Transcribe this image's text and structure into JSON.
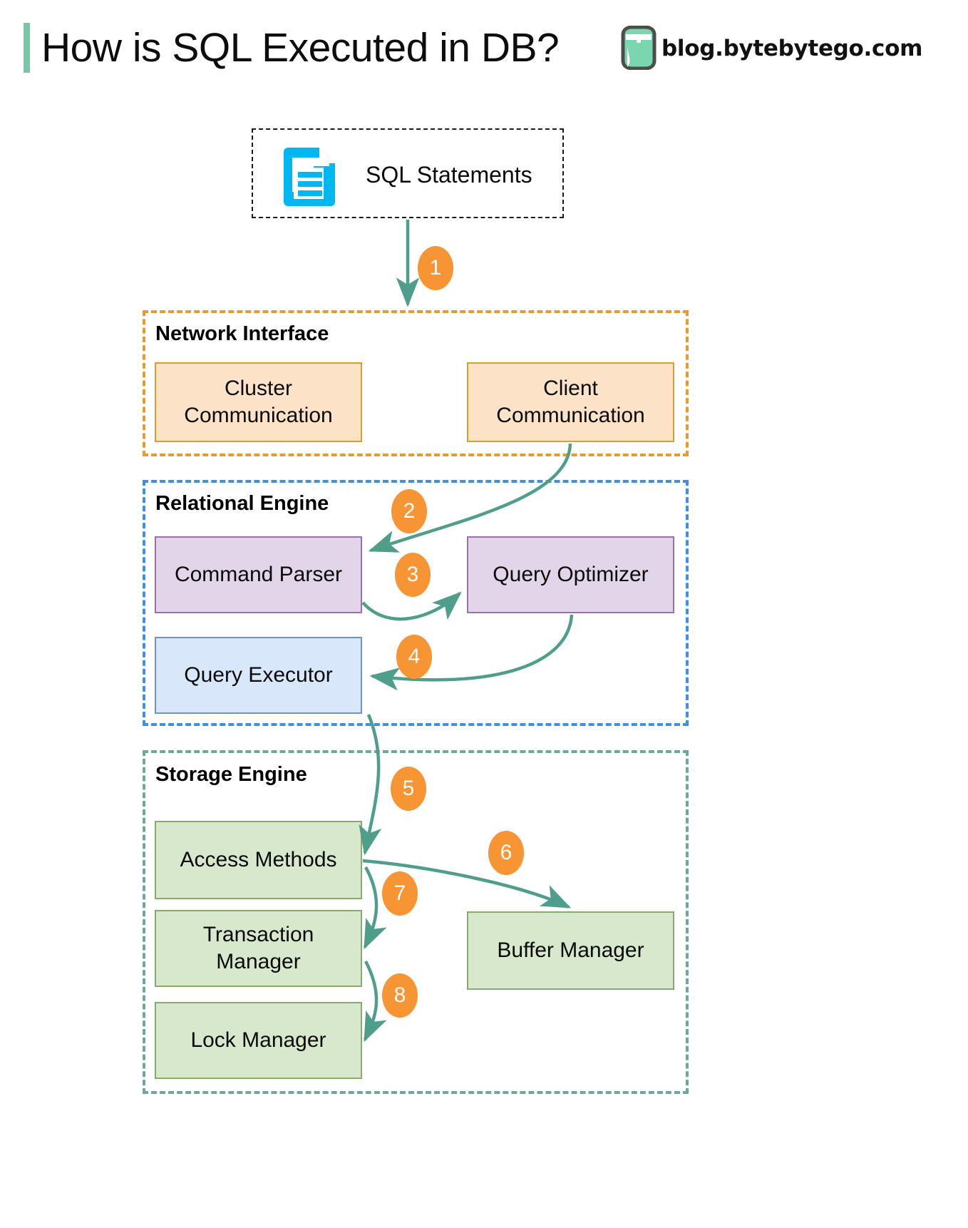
{
  "header": {
    "title": "How is SQL Executed in DB?",
    "brand_text": "blog.bytebytego.com",
    "accent_color": "#76c7a5",
    "logo_icon": "bytebytego-logo-icon"
  },
  "diagram": {
    "type": "flowchart",
    "source": {
      "label": "SQL Statements",
      "icon": "document-lines-icon",
      "icon_color": "#00b7ef",
      "border_style": "dashed"
    },
    "groups": [
      {
        "id": "network-interface",
        "label": "Network Interface",
        "border_color": "#e89a2c",
        "border_style": "dashed",
        "nodes": [
          {
            "id": "cluster-communication",
            "label": "Cluster\nCommunication",
            "line1": "Cluster",
            "line2": "Communication",
            "fill": "#fce3c8",
            "stroke": "#d6a02a"
          },
          {
            "id": "client-communication",
            "label": "Client\nCommunication",
            "line1": "Client",
            "line2": "Communication",
            "fill": "#fce3c8",
            "stroke": "#d6a02a"
          }
        ]
      },
      {
        "id": "relational-engine",
        "label": "Relational Engine",
        "border_color": "#3d91e0",
        "border_style": "dashed",
        "nodes": [
          {
            "id": "command-parser",
            "label": "Command Parser",
            "fill": "#e2d5e9",
            "stroke": "#9b6fae"
          },
          {
            "id": "query-optimizer",
            "label": "Query Optimizer",
            "fill": "#e2d5e9",
            "stroke": "#9b6fae"
          },
          {
            "id": "query-executor",
            "label": "Query Executor",
            "fill": "#d9e7fa",
            "stroke": "#7094c9"
          }
        ]
      },
      {
        "id": "storage-engine",
        "label": "Storage Engine",
        "border_color": "#6fa798",
        "border_style": "dashed",
        "nodes": [
          {
            "id": "access-methods",
            "label": "Access Methods",
            "fill": "#d7e8cd",
            "stroke": "#86ab6a"
          },
          {
            "id": "transaction-manager",
            "label": "Transaction\nManager",
            "line1": "Transaction",
            "line2": "Manager",
            "fill": "#d7e8cd",
            "stroke": "#86ab6a"
          },
          {
            "id": "buffer-manager",
            "label": "Buffer Manager",
            "fill": "#d7e8cd",
            "stroke": "#86ab6a"
          },
          {
            "id": "lock-manager",
            "label": "Lock Manager",
            "fill": "#d7e8cd",
            "stroke": "#86ab6a"
          }
        ]
      }
    ],
    "arrow_color": "#4f9e8c",
    "badge_color": "#f79433",
    "badge_text_color": "#ffffff",
    "steps": [
      {
        "number": "1",
        "from": "sql-statements",
        "to": "network-interface"
      },
      {
        "number": "2",
        "from": "client-communication",
        "to": "command-parser"
      },
      {
        "number": "3",
        "from": "command-parser",
        "to": "query-optimizer"
      },
      {
        "number": "4",
        "from": "query-optimizer",
        "to": "query-executor"
      },
      {
        "number": "5",
        "from": "query-executor",
        "to": "access-methods"
      },
      {
        "number": "6",
        "from": "access-methods",
        "to": "buffer-manager"
      },
      {
        "number": "7",
        "from": "access-methods",
        "to": "transaction-manager"
      },
      {
        "number": "8",
        "from": "transaction-manager",
        "to": "lock-manager"
      }
    ]
  }
}
